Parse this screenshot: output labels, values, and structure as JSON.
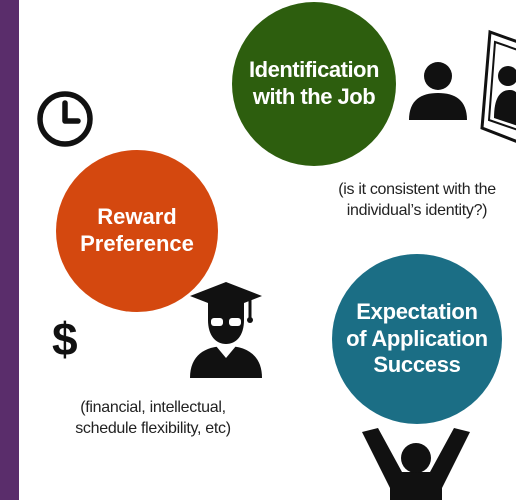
{
  "circles": {
    "identification": {
      "line1": "Identification",
      "line2": "with the Job",
      "color": "#2d5e0e"
    },
    "reward": {
      "line1": "Reward",
      "line2": "Preference",
      "color": "#d4480f"
    },
    "expectation": {
      "line1": "Expectation",
      "line2": "of Application",
      "line3": "Success",
      "color": "#1b6e85"
    }
  },
  "captions": {
    "identification": {
      "line1": "(is it consistent with the",
      "line2": "individual’s identity?)"
    },
    "reward": {
      "line1": "(financial, intellectual,",
      "line2": "schedule flexibility, etc)"
    }
  },
  "symbols": {
    "dollar": "$"
  },
  "icons": [
    "clock-icon",
    "person-icon",
    "mirror-portrait-icon",
    "graduate-icon",
    "dollar-icon",
    "celebrating-person-icon"
  ],
  "accent": {
    "sidebar": "#5a2d6b"
  }
}
